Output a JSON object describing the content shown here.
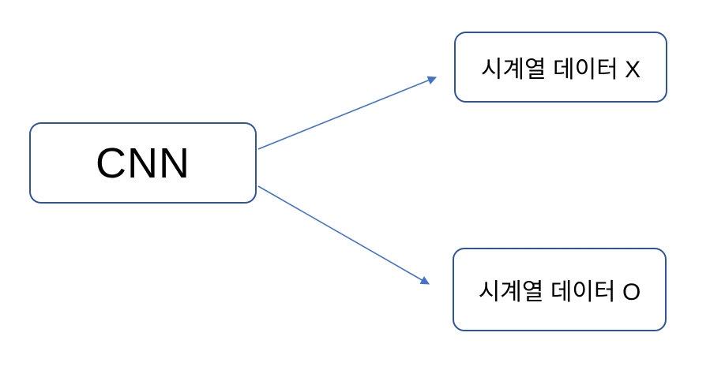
{
  "diagram": {
    "type": "flowchart",
    "nodes": {
      "cnn": {
        "label": "CNN"
      },
      "ts_x": {
        "label": "시계열 데이터 X"
      },
      "ts_o": {
        "label": "시계열 데이터 O"
      }
    },
    "edges": [
      {
        "from": "cnn",
        "to": "ts_x",
        "style": "arrow"
      },
      {
        "from": "cnn",
        "to": "ts_o",
        "style": "arrow"
      }
    ]
  },
  "colors": {
    "bg": "#ffffff",
    "border-color": "#2f5597",
    "arrow-color": "#4472c4",
    "text-color": "#000000"
  }
}
